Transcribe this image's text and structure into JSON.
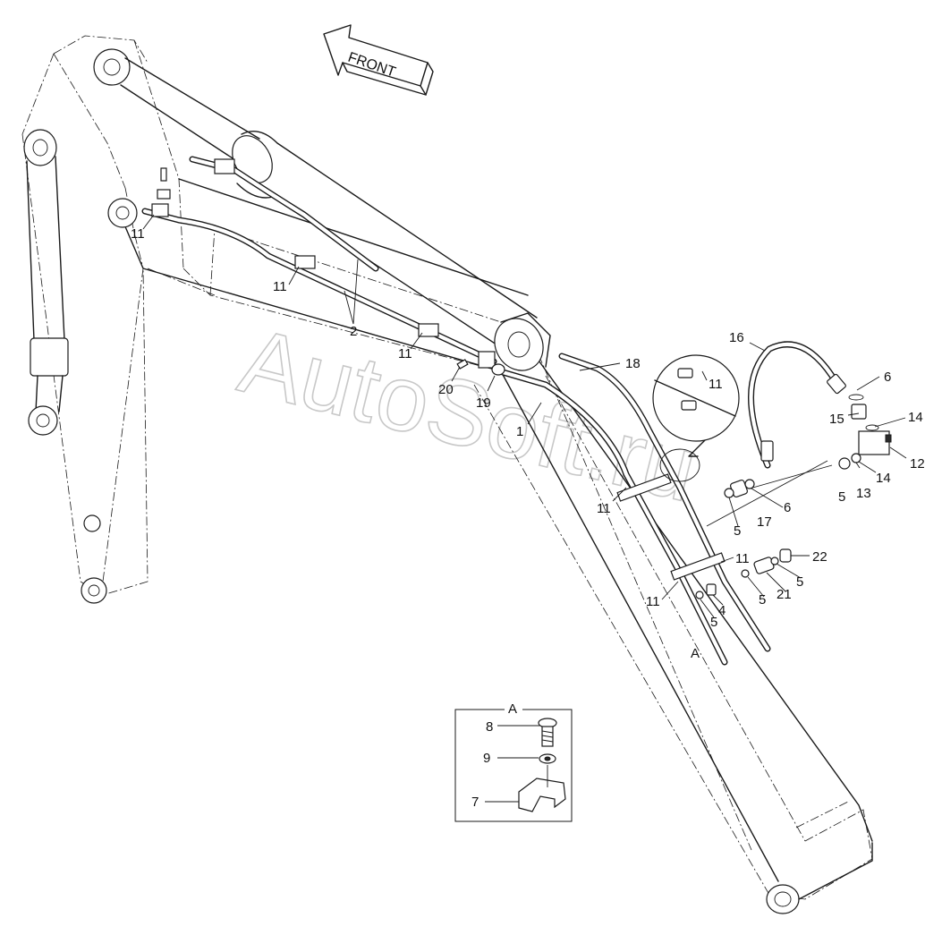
{
  "watermark": "AutoSoft.ru",
  "front_arrow": {
    "label": "FRONT"
  },
  "detail": {
    "title": "A",
    "labels": [
      "8",
      "9",
      "7"
    ]
  },
  "callouts": [
    {
      "id": "c11a",
      "text": "11"
    },
    {
      "id": "c11b",
      "text": "11"
    },
    {
      "id": "c2",
      "text": "2"
    },
    {
      "id": "c11c",
      "text": "11"
    },
    {
      "id": "c20",
      "text": "20"
    },
    {
      "id": "c19",
      "text": "19"
    },
    {
      "id": "c1",
      "text": "1"
    },
    {
      "id": "c18",
      "text": "18"
    },
    {
      "id": "c11d",
      "text": "11"
    },
    {
      "id": "c16",
      "text": "16"
    },
    {
      "id": "c6a",
      "text": "6"
    },
    {
      "id": "c15",
      "text": "15"
    },
    {
      "id": "c14a",
      "text": "14"
    },
    {
      "id": "c12",
      "text": "12"
    },
    {
      "id": "c5a",
      "text": "5"
    },
    {
      "id": "c13",
      "text": "13"
    },
    {
      "id": "c14b",
      "text": "14"
    },
    {
      "id": "c11e",
      "text": "11"
    },
    {
      "id": "c5b",
      "text": "5"
    },
    {
      "id": "c17",
      "text": "17"
    },
    {
      "id": "c6b",
      "text": "6"
    },
    {
      "id": "c22",
      "text": "22"
    },
    {
      "id": "c11f",
      "text": "11"
    },
    {
      "id": "c5c",
      "text": "5"
    },
    {
      "id": "c21",
      "text": "21"
    },
    {
      "id": "c5d",
      "text": "5"
    },
    {
      "id": "c11g",
      "text": "11"
    },
    {
      "id": "c4",
      "text": "4"
    },
    {
      "id": "c5e",
      "text": "5"
    },
    {
      "id": "cA",
      "text": "A"
    }
  ]
}
